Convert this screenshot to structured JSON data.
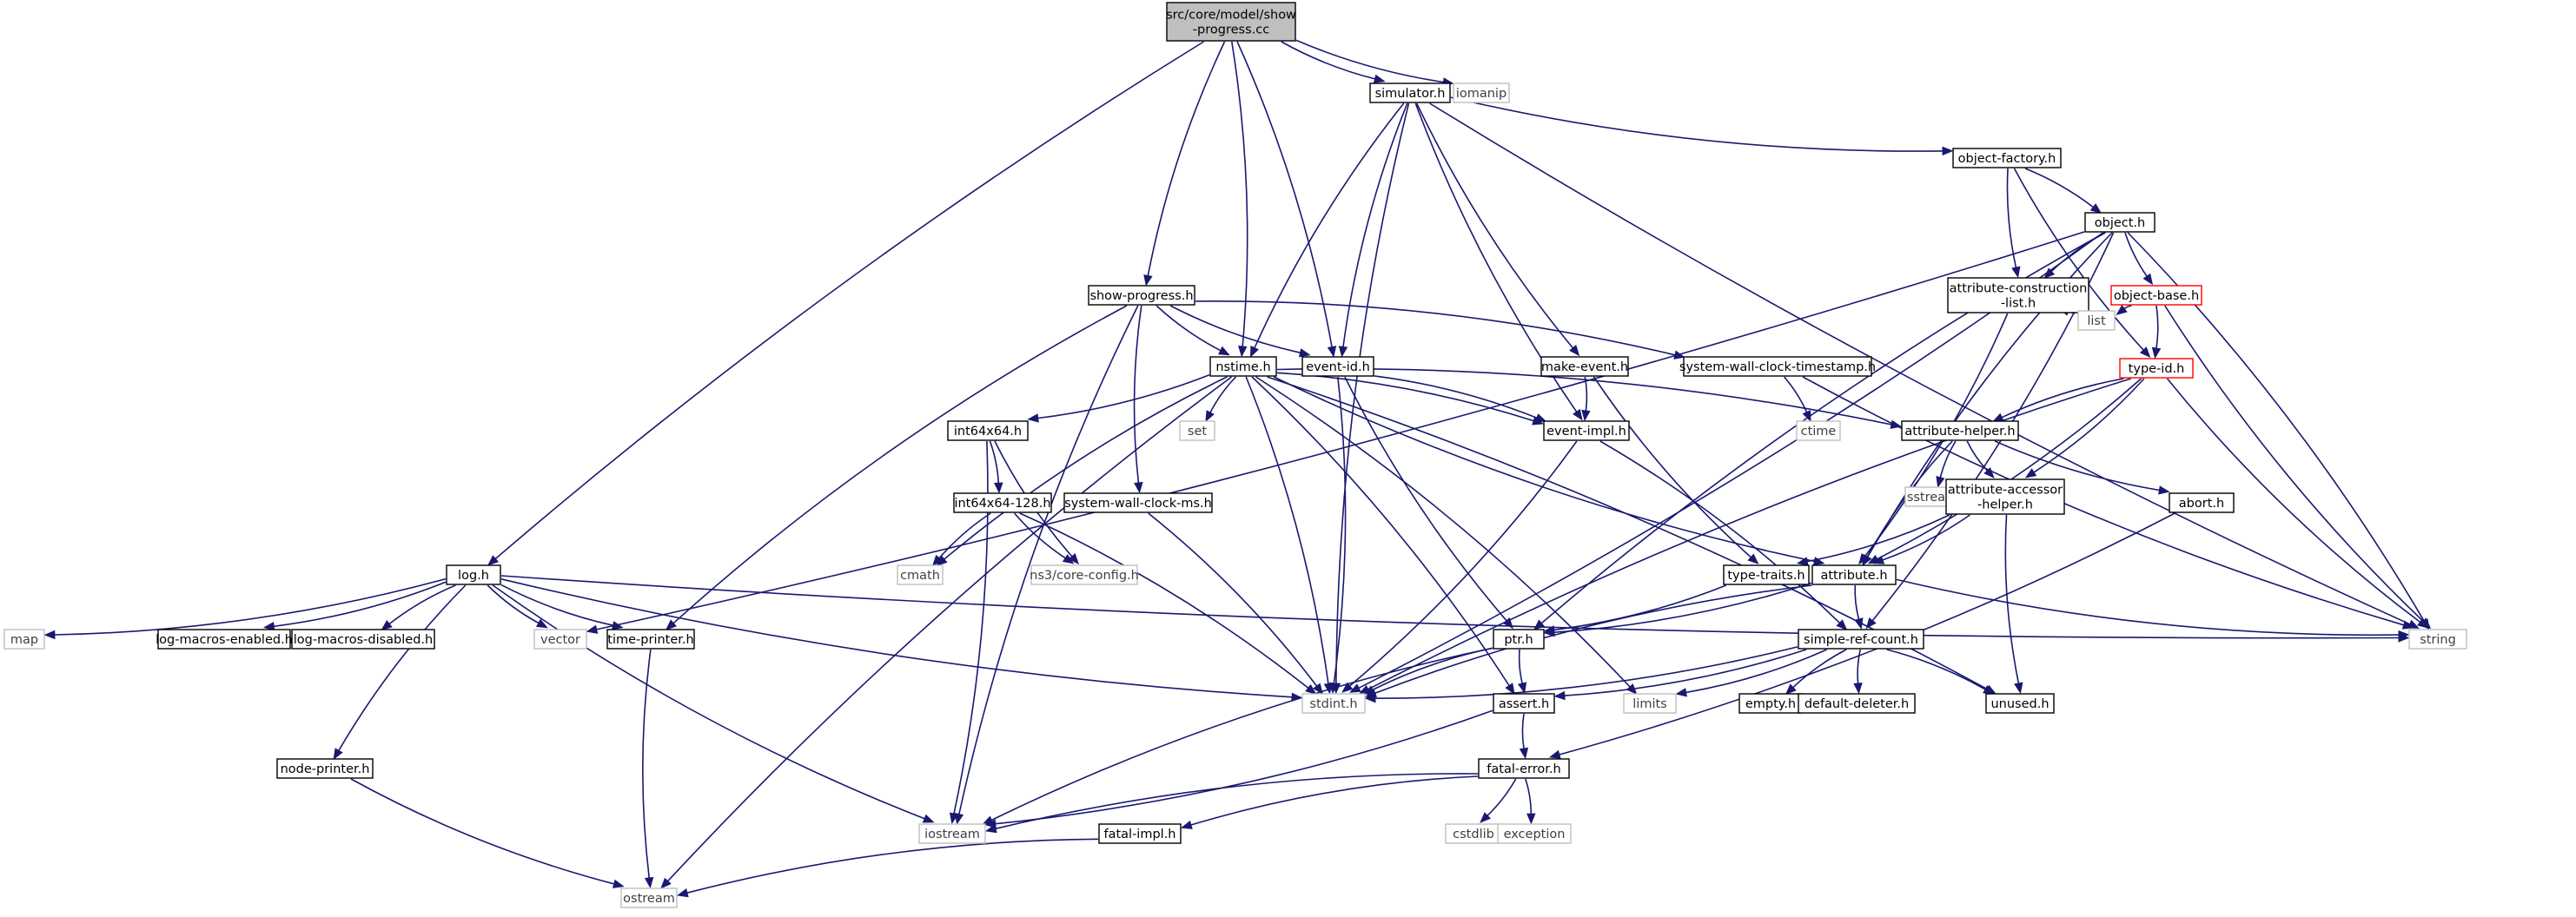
{
  "graph": {
    "root": "src/core/model/show-progress.cc",
    "colors": {
      "edge": "#191970",
      "root_fill": "#bfbfbf",
      "system_border": "#bfbfbf",
      "incomplete_border": "#ff0000"
    },
    "nodes": [
      {
        "id": "root",
        "label": "src/core/model/show\n-progress.cc",
        "kind": "root"
      },
      {
        "id": "simulator",
        "label": "simulator.h",
        "kind": "header"
      },
      {
        "id": "iomanip",
        "label": "iomanip",
        "kind": "system"
      },
      {
        "id": "object_factory",
        "label": "object-factory.h",
        "kind": "header"
      },
      {
        "id": "object",
        "label": "object.h",
        "kind": "header"
      },
      {
        "id": "attr_construction",
        "label": "attribute-construction\n-list.h",
        "kind": "header"
      },
      {
        "id": "object_base",
        "label": "object-base.h",
        "kind": "incomplete"
      },
      {
        "id": "list",
        "label": "list",
        "kind": "system"
      },
      {
        "id": "type_id",
        "label": "type-id.h",
        "kind": "incomplete"
      },
      {
        "id": "show_progress",
        "label": "show-progress.h",
        "kind": "header"
      },
      {
        "id": "nstime",
        "label": "nstime.h",
        "kind": "header"
      },
      {
        "id": "event_id",
        "label": "event-id.h",
        "kind": "header"
      },
      {
        "id": "make_event",
        "label": "make-event.h",
        "kind": "header"
      },
      {
        "id": "swc_timestamp",
        "label": "system-wall-clock-timestamp.h",
        "kind": "header"
      },
      {
        "id": "event_impl",
        "label": "event-impl.h",
        "kind": "header"
      },
      {
        "id": "ctime",
        "label": "ctime",
        "kind": "system"
      },
      {
        "id": "set",
        "label": "set",
        "kind": "system"
      },
      {
        "id": "int64x64",
        "label": "int64x64.h",
        "kind": "header"
      },
      {
        "id": "attribute_helper",
        "label": "attribute-helper.h",
        "kind": "header"
      },
      {
        "id": "sstream",
        "label": "sstream",
        "kind": "system"
      },
      {
        "id": "attr_accessor",
        "label": "attribute-accessor\n-helper.h",
        "kind": "header"
      },
      {
        "id": "abort",
        "label": "abort.h",
        "kind": "header"
      },
      {
        "id": "int64x64_128",
        "label": "int64x64-128.h",
        "kind": "header"
      },
      {
        "id": "swc_ms",
        "label": "system-wall-clock-ms.h",
        "kind": "header"
      },
      {
        "id": "cmath",
        "label": "cmath",
        "kind": "system"
      },
      {
        "id": "core_config",
        "label": "ns3/core-config.h",
        "kind": "system"
      },
      {
        "id": "type_traits",
        "label": "type-traits.h",
        "kind": "header"
      },
      {
        "id": "attribute",
        "label": "attribute.h",
        "kind": "header"
      },
      {
        "id": "log",
        "label": "log.h",
        "kind": "header"
      },
      {
        "id": "map",
        "label": "map",
        "kind": "system"
      },
      {
        "id": "log_enabled",
        "label": "log-macros-enabled.h",
        "kind": "header"
      },
      {
        "id": "log_disabled",
        "label": "log-macros-disabled.h",
        "kind": "header"
      },
      {
        "id": "vector",
        "label": "vector",
        "kind": "system"
      },
      {
        "id": "time_printer",
        "label": "time-printer.h",
        "kind": "header"
      },
      {
        "id": "string",
        "label": "string",
        "kind": "system"
      },
      {
        "id": "ptr",
        "label": "ptr.h",
        "kind": "header"
      },
      {
        "id": "simple_ref",
        "label": "simple-ref-count.h",
        "kind": "header"
      },
      {
        "id": "stdint",
        "label": "stdint.h",
        "kind": "system"
      },
      {
        "id": "limits",
        "label": "limits",
        "kind": "system"
      },
      {
        "id": "empty",
        "label": "empty.h",
        "kind": "header"
      },
      {
        "id": "default_deleter",
        "label": "default-deleter.h",
        "kind": "header"
      },
      {
        "id": "unused",
        "label": "unused.h",
        "kind": "header"
      },
      {
        "id": "assert",
        "label": "assert.h",
        "kind": "header"
      },
      {
        "id": "node_printer",
        "label": "node-printer.h",
        "kind": "header"
      },
      {
        "id": "fatal_error",
        "label": "fatal-error.h",
        "kind": "header"
      },
      {
        "id": "iostream",
        "label": "iostream",
        "kind": "system"
      },
      {
        "id": "fatal_impl",
        "label": "fatal-impl.h",
        "kind": "header"
      },
      {
        "id": "cstdlib",
        "label": "cstdlib",
        "kind": "system"
      },
      {
        "id": "exception",
        "label": "exception",
        "kind": "system"
      },
      {
        "id": "ostream",
        "label": "ostream",
        "kind": "system"
      }
    ],
    "edges": [
      [
        "root",
        "simulator"
      ],
      [
        "root",
        "iomanip"
      ],
      [
        "root",
        "show_progress"
      ],
      [
        "root",
        "nstime"
      ],
      [
        "root",
        "event_id"
      ],
      [
        "root",
        "log"
      ],
      [
        "simulator",
        "object_factory"
      ],
      [
        "simulator",
        "make_event"
      ],
      [
        "simulator",
        "event_impl"
      ],
      [
        "simulator",
        "nstime"
      ],
      [
        "simulator",
        "event_id"
      ],
      [
        "simulator",
        "stdint"
      ],
      [
        "simulator",
        "string"
      ],
      [
        "object_factory",
        "object"
      ],
      [
        "object_factory",
        "attr_construction"
      ],
      [
        "object_factory",
        "type_id"
      ],
      [
        "object",
        "object_base"
      ],
      [
        "object",
        "attr_construction"
      ],
      [
        "object",
        "attribute"
      ],
      [
        "object",
        "simple_ref"
      ],
      [
        "object",
        "ptr"
      ],
      [
        "object",
        "vector"
      ],
      [
        "object",
        "stdint"
      ],
      [
        "object",
        "string"
      ],
      [
        "attr_construction",
        "list"
      ],
      [
        "attr_construction",
        "attribute"
      ],
      [
        "object_base",
        "type_id"
      ],
      [
        "object_base",
        "list"
      ],
      [
        "object_base",
        "string"
      ],
      [
        "type_id",
        "attribute_helper"
      ],
      [
        "type_id",
        "attr_accessor"
      ],
      [
        "type_id",
        "attribute"
      ],
      [
        "type_id",
        "string"
      ],
      [
        "type_id",
        "stdint"
      ],
      [
        "show_progress",
        "nstime"
      ],
      [
        "show_progress",
        "event_id"
      ],
      [
        "show_progress",
        "swc_timestamp"
      ],
      [
        "show_progress",
        "swc_ms"
      ],
      [
        "show_progress",
        "time_printer"
      ],
      [
        "show_progress",
        "iostream"
      ],
      [
        "nstime",
        "int64x64"
      ],
      [
        "nstime",
        "event_impl"
      ],
      [
        "nstime",
        "attribute"
      ],
      [
        "nstime",
        "attribute_helper"
      ],
      [
        "nstime",
        "set"
      ],
      [
        "nstime",
        "cmath"
      ],
      [
        "nstime",
        "stdint"
      ],
      [
        "nstime",
        "limits"
      ],
      [
        "nstime",
        "ostream"
      ],
      [
        "nstime",
        "assert"
      ],
      [
        "nstime",
        "unused"
      ],
      [
        "event_id",
        "event_impl"
      ],
      [
        "event_id",
        "ptr"
      ],
      [
        "event_id",
        "stdint"
      ],
      [
        "make_event",
        "event_impl"
      ],
      [
        "make_event",
        "type_traits"
      ],
      [
        "event_impl",
        "simple_ref"
      ],
      [
        "event_impl",
        "stdint"
      ],
      [
        "swc_timestamp",
        "ctime"
      ],
      [
        "swc_timestamp",
        "string"
      ],
      [
        "int64x64",
        "int64x64_128"
      ],
      [
        "int64x64",
        "core_config"
      ],
      [
        "int64x64",
        "iostream"
      ],
      [
        "int64x64_128",
        "cmath"
      ],
      [
        "int64x64_128",
        "core_config"
      ],
      [
        "int64x64_128",
        "stdint"
      ],
      [
        "swc_ms",
        "stdint"
      ],
      [
        "attribute_helper",
        "sstream"
      ],
      [
        "attribute_helper",
        "attr_accessor"
      ],
      [
        "attribute_helper",
        "abort"
      ],
      [
        "attribute_helper",
        "attribute"
      ],
      [
        "attr_accessor",
        "type_traits"
      ],
      [
        "attr_accessor",
        "attribute"
      ],
      [
        "attr_accessor",
        "unused"
      ],
      [
        "abort",
        "fatal_error"
      ],
      [
        "type_traits",
        "ptr"
      ],
      [
        "attribute",
        "ptr"
      ],
      [
        "attribute",
        "simple_ref"
      ],
      [
        "attribute",
        "string"
      ],
      [
        "attribute",
        "stdint"
      ],
      [
        "log",
        "map"
      ],
      [
        "log",
        "log_enabled"
      ],
      [
        "log",
        "log_disabled"
      ],
      [
        "log",
        "vector"
      ],
      [
        "log",
        "time_printer"
      ],
      [
        "log",
        "string"
      ],
      [
        "log",
        "stdint"
      ],
      [
        "log",
        "node_printer"
      ],
      [
        "log",
        "iostream"
      ],
      [
        "time_printer",
        "ostream"
      ],
      [
        "node_printer",
        "ostream"
      ],
      [
        "ptr",
        "assert"
      ],
      [
        "ptr",
        "stdint"
      ],
      [
        "ptr",
        "iostream"
      ],
      [
        "simple_ref",
        "assert"
      ],
      [
        "simple_ref",
        "stdint"
      ],
      [
        "simple_ref",
        "limits"
      ],
      [
        "simple_ref",
        "empty"
      ],
      [
        "simple_ref",
        "default_deleter"
      ],
      [
        "simple_ref",
        "unused"
      ],
      [
        "assert",
        "fatal_error"
      ],
      [
        "assert",
        "iostream"
      ],
      [
        "fatal_error",
        "fatal_impl"
      ],
      [
        "fatal_error",
        "iostream"
      ],
      [
        "fatal_error",
        "cstdlib"
      ],
      [
        "fatal_error",
        "exception"
      ],
      [
        "fatal_impl",
        "ostream"
      ]
    ]
  }
}
